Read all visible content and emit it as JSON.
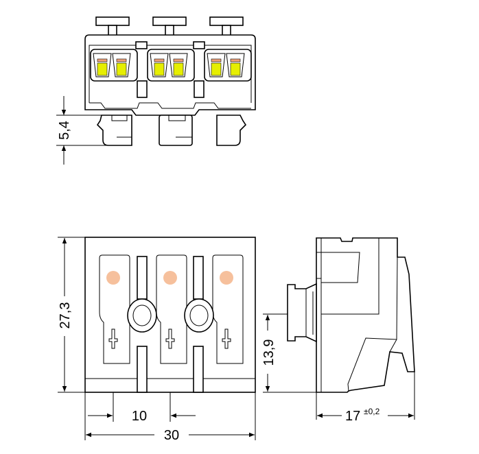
{
  "dimensions": {
    "clip_height": "5,4",
    "overall_height": "27,3",
    "pin_height": "13,9",
    "pitch": "10",
    "overall_width": "30",
    "depth": "17",
    "depth_tolerance": "±0,2"
  },
  "colors": {
    "spring_yellow": "#e6ee00",
    "spring_orange": "#f0a27a",
    "marker_dot": "#f6c09c",
    "line": "#000000"
  }
}
